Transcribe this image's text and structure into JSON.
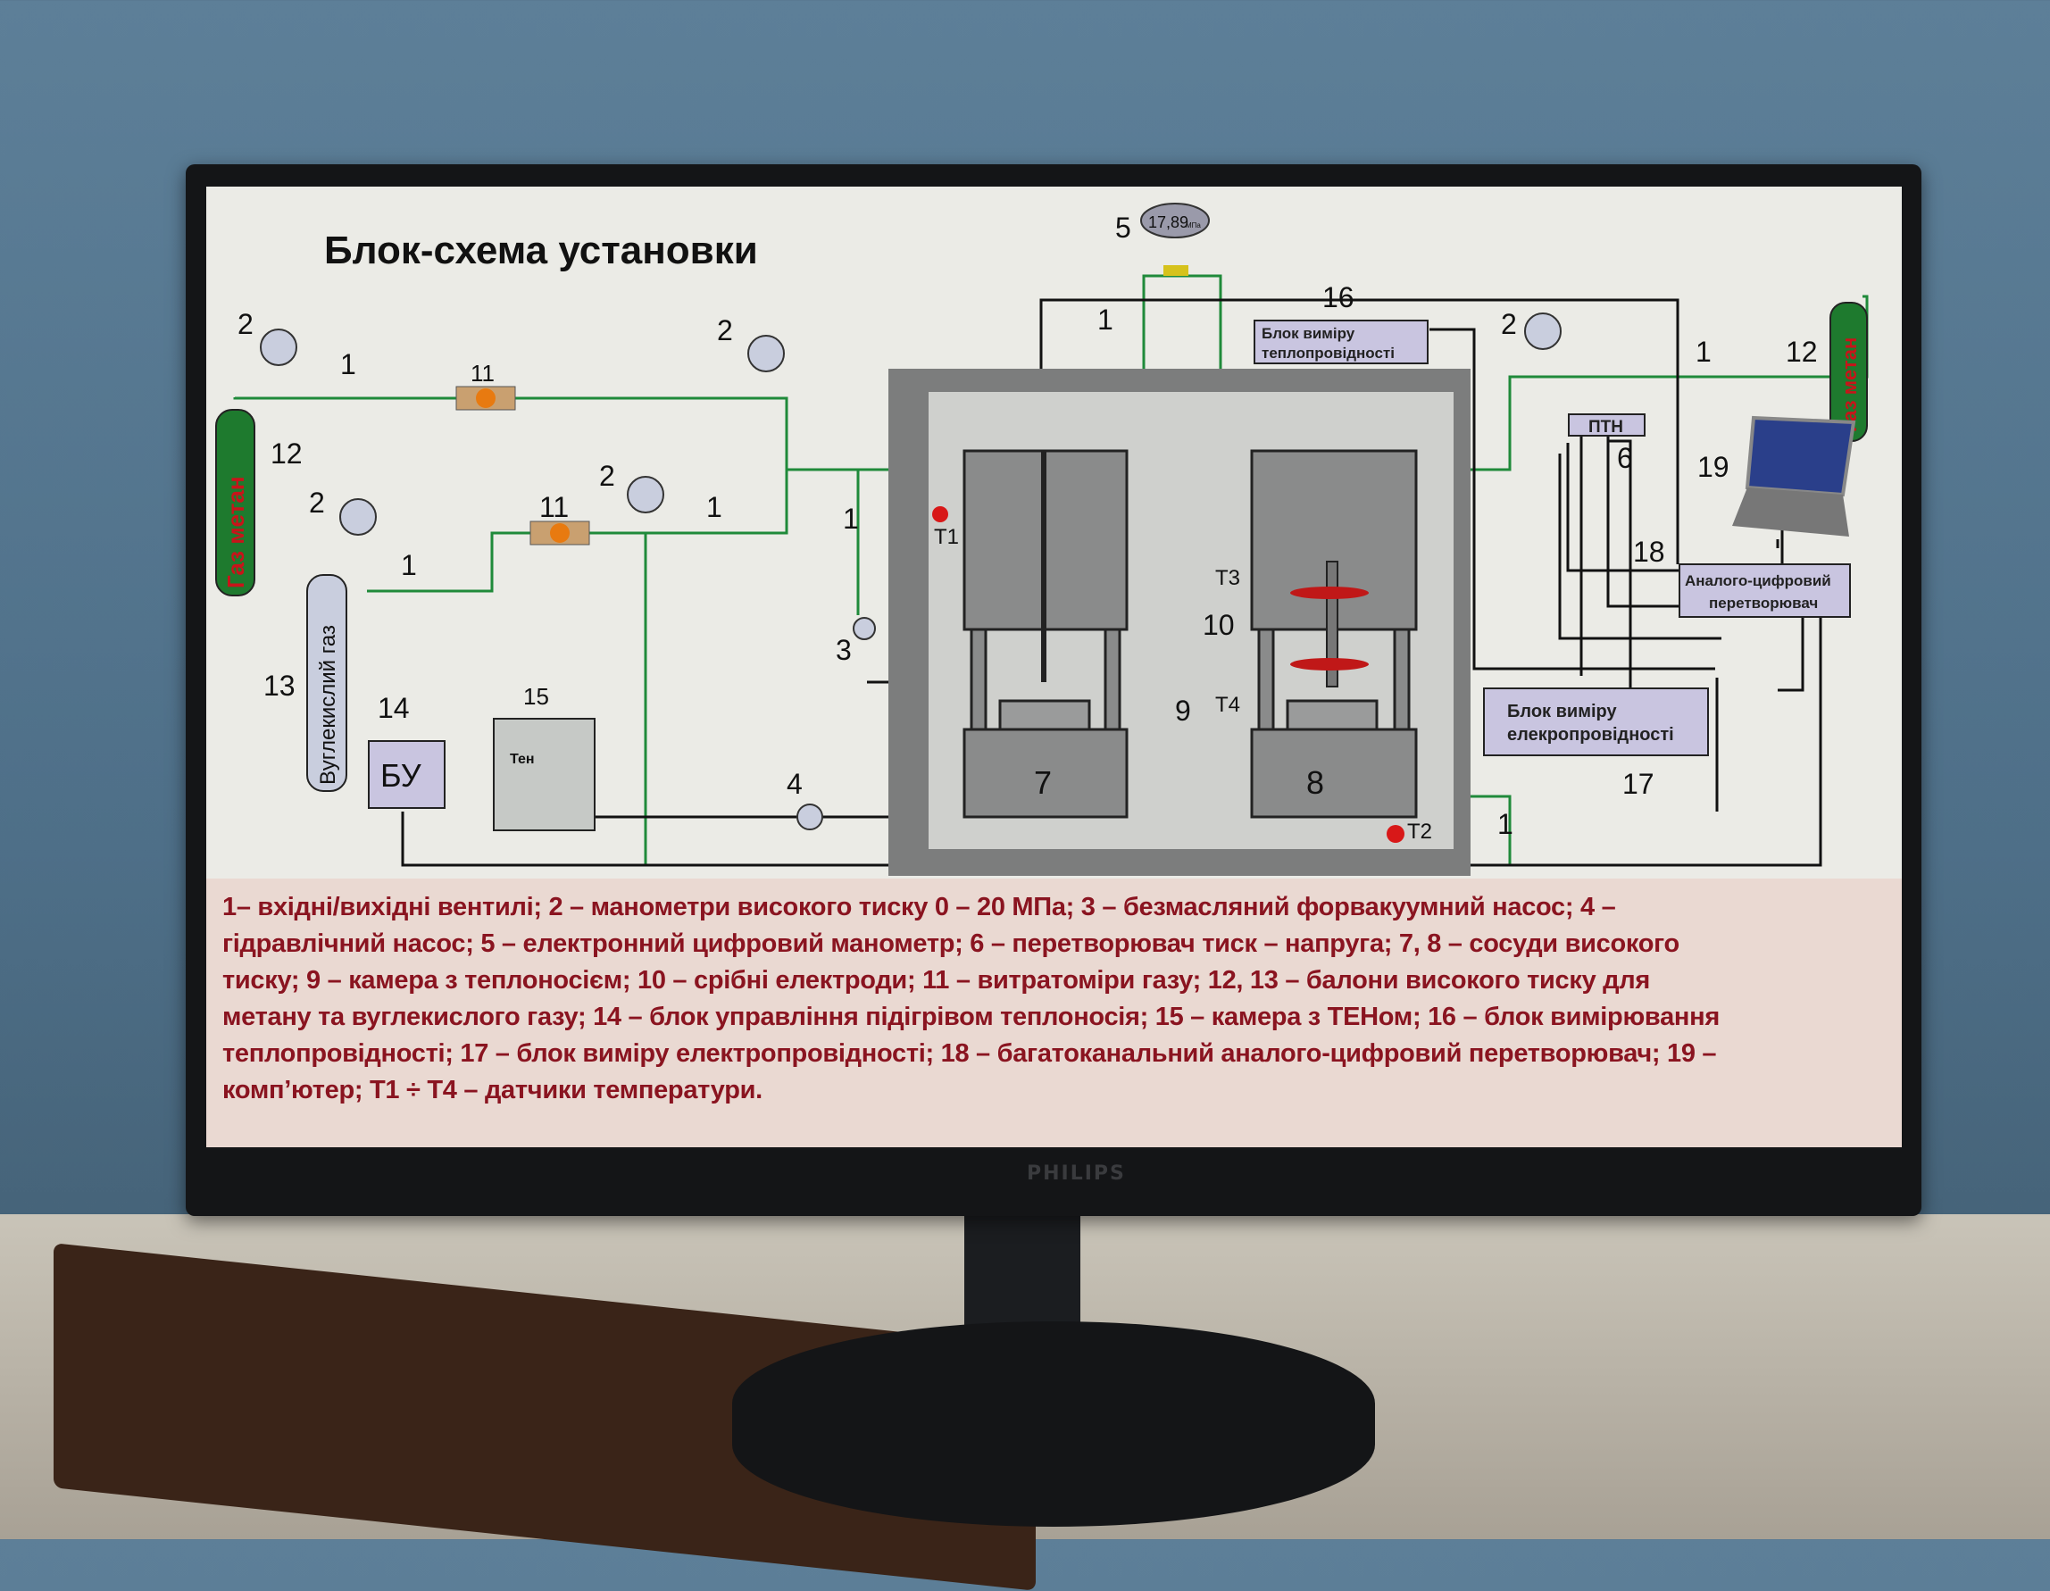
{
  "monitor": {
    "brand": "PHILIPS"
  },
  "slide": {
    "title": "Блок-схема установки",
    "gauge_reading": "17,89",
    "gauge_unit": "МПа",
    "labels": {
      "valve": "1",
      "manometer": "2",
      "vacuum_pump": "3",
      "hydraulic_pump": "4",
      "digital_manometer": "5",
      "converter": "6",
      "vessel_7": "7",
      "vessel_8": "8",
      "chamber": "9",
      "electrodes": "10",
      "flowmeter": "11",
      "cylinder_methane": "12",
      "cylinder_co2": "13",
      "control_unit": "14",
      "heater_chamber": "15",
      "thermal_block": "16",
      "electro_block": "17",
      "adc": "18",
      "computer": "19",
      "t1": "T1",
      "t2": "T2",
      "t3": "T3",
      "t4": "T4"
    },
    "cylinder_methane_text": "Газ метан",
    "cylinder_co2_text": "Вуглекислий газ",
    "control_unit_text": "БУ",
    "heater_text": "Тен",
    "ptn_text": "ПТН",
    "thermal_block_text": [
      "Блок виміру",
      "теплопровідності"
    ],
    "electro_block_text": [
      "Блок виміру",
      "елекропровідності"
    ],
    "adc_text": [
      "Аналого-цифровий",
      "перетворювач"
    ],
    "caption_lines": [
      "1– вхідні/вихідні вентилі; 2 – манометри високого тиску 0 – 20 МПа; 3 – безмасляний форвакуумний насос; 4 –",
      "гідравлічний насос; 5 – електронний цифровий манометр; 6 – перетворювач тиск – напруга; 7, 8 – сосуди високого",
      "тиску; 9 – камера з теплоносієм; 10 – срібні електроди; 11 – витратоміри газу; 12, 13 – балони високого тиску для",
      "метану та вуглекислого газу; 14 – блок управління підігрівом теплоносія; 15 – камера з ТЕНом; 16 – блок вимірювання",
      "теплопровідності; 17 – блок виміру електропровідності; 18 – багатоканальний аналого-цифровий перетворювач; 19 –",
      "комп’ютер; T1 ÷ T4 – датчики температури."
    ],
    "colors": {
      "pipe": "#1f8a3a",
      "caption_text": "#8a1420",
      "box": "#c9c5e0",
      "cylinder": "#1e7a2e"
    }
  }
}
